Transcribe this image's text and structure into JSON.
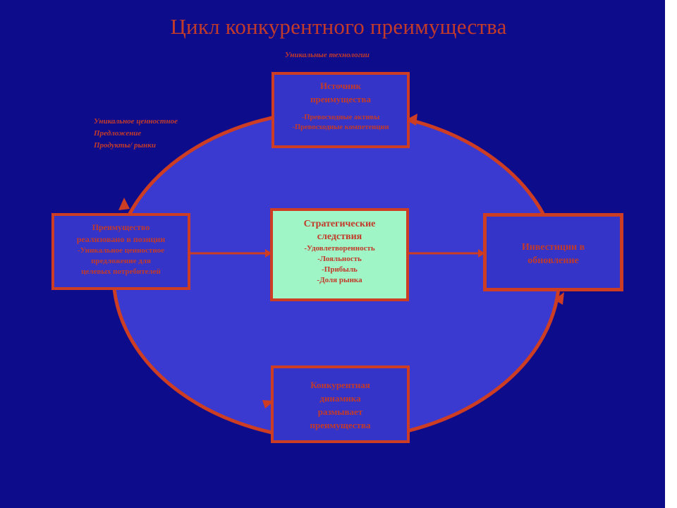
{
  "title": "Цикл конкурентного преимущества",
  "label_top": "Уникальные технологии",
  "label_left": [
    "Уникальное ценностное",
    "Предложение",
    "Продукты/ рынки"
  ],
  "box_source": {
    "heading": [
      "Источник",
      "преимущества"
    ],
    "items": [
      "-Превосходные активы",
      "-Превосходные компетенции"
    ]
  },
  "box_left": {
    "heading": [
      "Преимущество",
      "реализовано в позиции"
    ],
    "items": [
      "-Уникальное ценностное",
      "предложение для",
      "целевых потребителей"
    ]
  },
  "box_center": {
    "heading": [
      "Стратегические",
      "следствия"
    ],
    "items": [
      "-Удовлетворенность",
      "-Лояльность",
      "-Прибыль",
      "-Доля рынка"
    ]
  },
  "box_right": {
    "heading": [
      "Инвестиции в",
      "обновление"
    ]
  },
  "box_bottom": {
    "heading": [
      "Конкурентная",
      "динамика",
      "размывает",
      "преимущества"
    ]
  },
  "colors": {
    "slide_bg": "#0d0d8c",
    "ellipse_fill": "#3a3ad0",
    "accent_red": "#cc3d24",
    "box_fill": "#3434c8",
    "center_fill": "#9ff5c6"
  }
}
